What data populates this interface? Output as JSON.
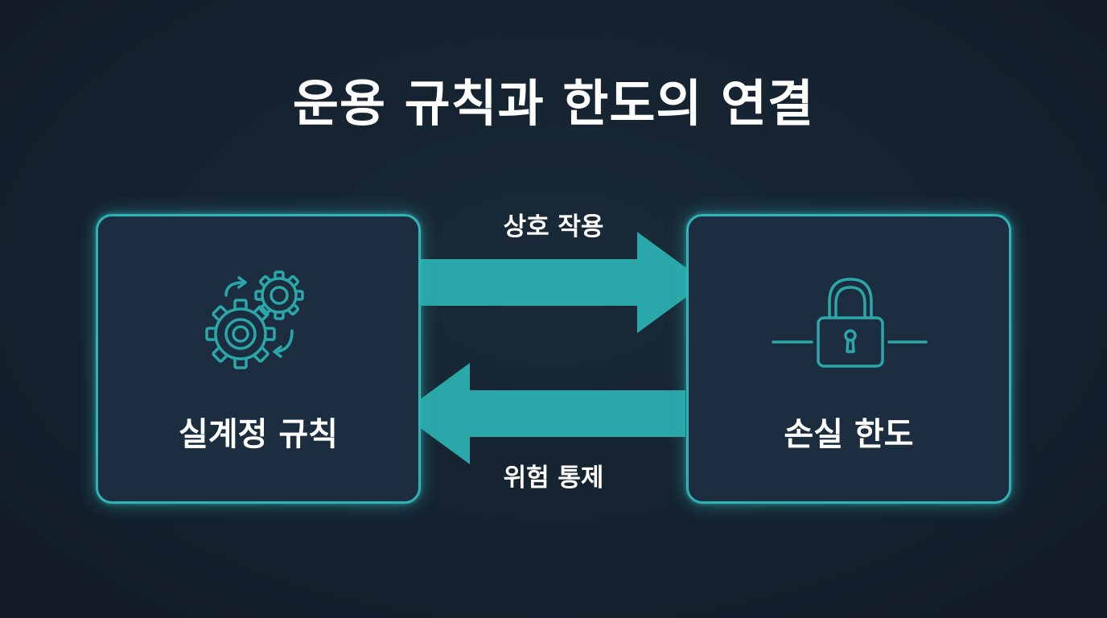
{
  "title": "운용 규칙과 한도의 연결",
  "nodes": {
    "left": {
      "label": "실계정 규칙",
      "icon": "gears-cycle-icon"
    },
    "right": {
      "label": "손실 한도",
      "icon": "padlock-icon"
    }
  },
  "edges": {
    "top": {
      "label": "상호 작용",
      "direction": "left-to-right"
    },
    "bottom": {
      "label": "위험 통제",
      "direction": "right-to-left"
    }
  },
  "colors": {
    "accent": "#2aa7a8",
    "border": "#2fb3b3",
    "node_fill": "#1c2d3f",
    "background": "#152230",
    "text": "#ffffff"
  }
}
